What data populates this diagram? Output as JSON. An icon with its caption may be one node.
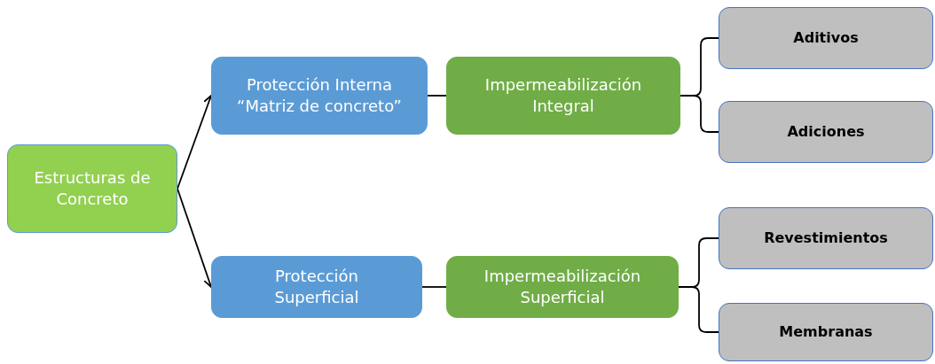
{
  "diagram": {
    "nodes": [
      {
        "text": [
          "Estructuras de Concreto"
        ]
      },
      {
        "text": [
          "Protección Interna “Matriz de concreto”"
        ]
      },
      {
        "text": [
          "Impermeabilización Integral"
        ]
      },
      {
        "text": [
          "Aditivos"
        ]
      },
      {
        "text": [
          "Adiciones"
        ]
      },
      {
        "text": [
          "Protección Superficial"
        ]
      },
      {
        "text": [
          "Impermeabilización Superficial"
        ]
      },
      {
        "text": [
          "Revestimientos"
        ]
      },
      {
        "text": [
          "Membranas"
        ]
      }
    ],
    "edges": [
      {
        "from": 0,
        "to": 1,
        "arrow": "to"
      },
      {
        "from": 0,
        "to": 5,
        "arrow": "to"
      },
      {
        "from": 1,
        "to": 2,
        "arrow": "none"
      },
      {
        "from": 2,
        "to": 3,
        "arrow": "none"
      },
      {
        "from": 2,
        "to": 4,
        "arrow": "none"
      },
      {
        "from": 5,
        "to": 6,
        "arrow": "none"
      },
      {
        "from": 6,
        "to": 7,
        "arrow": "none"
      },
      {
        "from": 6,
        "to": 8,
        "arrow": "none"
      }
    ]
  }
}
